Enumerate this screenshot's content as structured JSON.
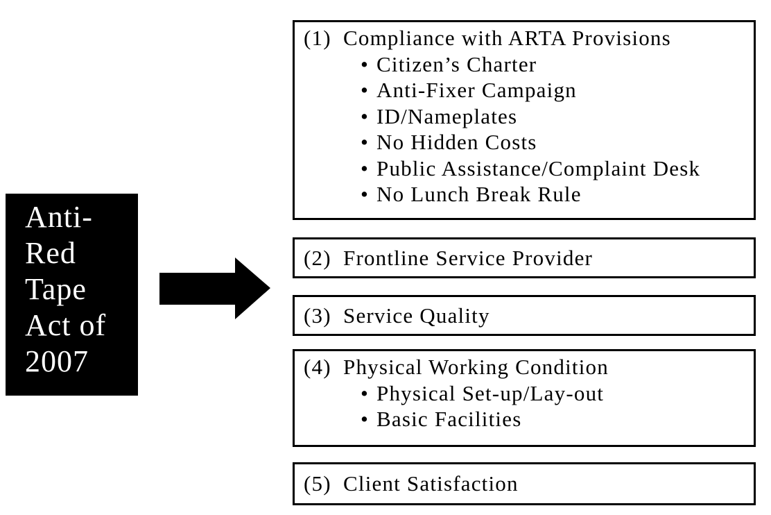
{
  "colors": {
    "ink": "#000000",
    "paper": "#ffffff",
    "source_box_bg": "#000000",
    "source_box_text": "#ffffff"
  },
  "bullet_char": "•",
  "source_label": {
    "text": "Anti-Red Tape Act of 2007",
    "lines": [
      "Anti-",
      "Red",
      "Tape",
      "Act of",
      "2007"
    ]
  },
  "arrow": {
    "name": "right-arrow",
    "color": "#000000",
    "direction": "right"
  },
  "boxes": [
    {
      "number": "(1)",
      "title": "Compliance with ARTA Provisions",
      "bullets": [
        "Citizen’s Charter",
        "Anti-Fixer Campaign",
        "ID/Nameplates",
        "No Hidden Costs",
        "Public Assistance/Complaint Desk",
        "No Lunch Break Rule"
      ]
    },
    {
      "number": "(2)",
      "title": "Frontline Service Provider",
      "bullets": []
    },
    {
      "number": "(3)",
      "title": "Service Quality",
      "bullets": []
    },
    {
      "number": "(4)",
      "title": "Physical Working Condition",
      "bullets": [
        "Physical Set-up/Lay-out",
        "Basic Facilities"
      ]
    },
    {
      "number": "(5)",
      "title": "Client Satisfaction",
      "bullets": []
    }
  ]
}
